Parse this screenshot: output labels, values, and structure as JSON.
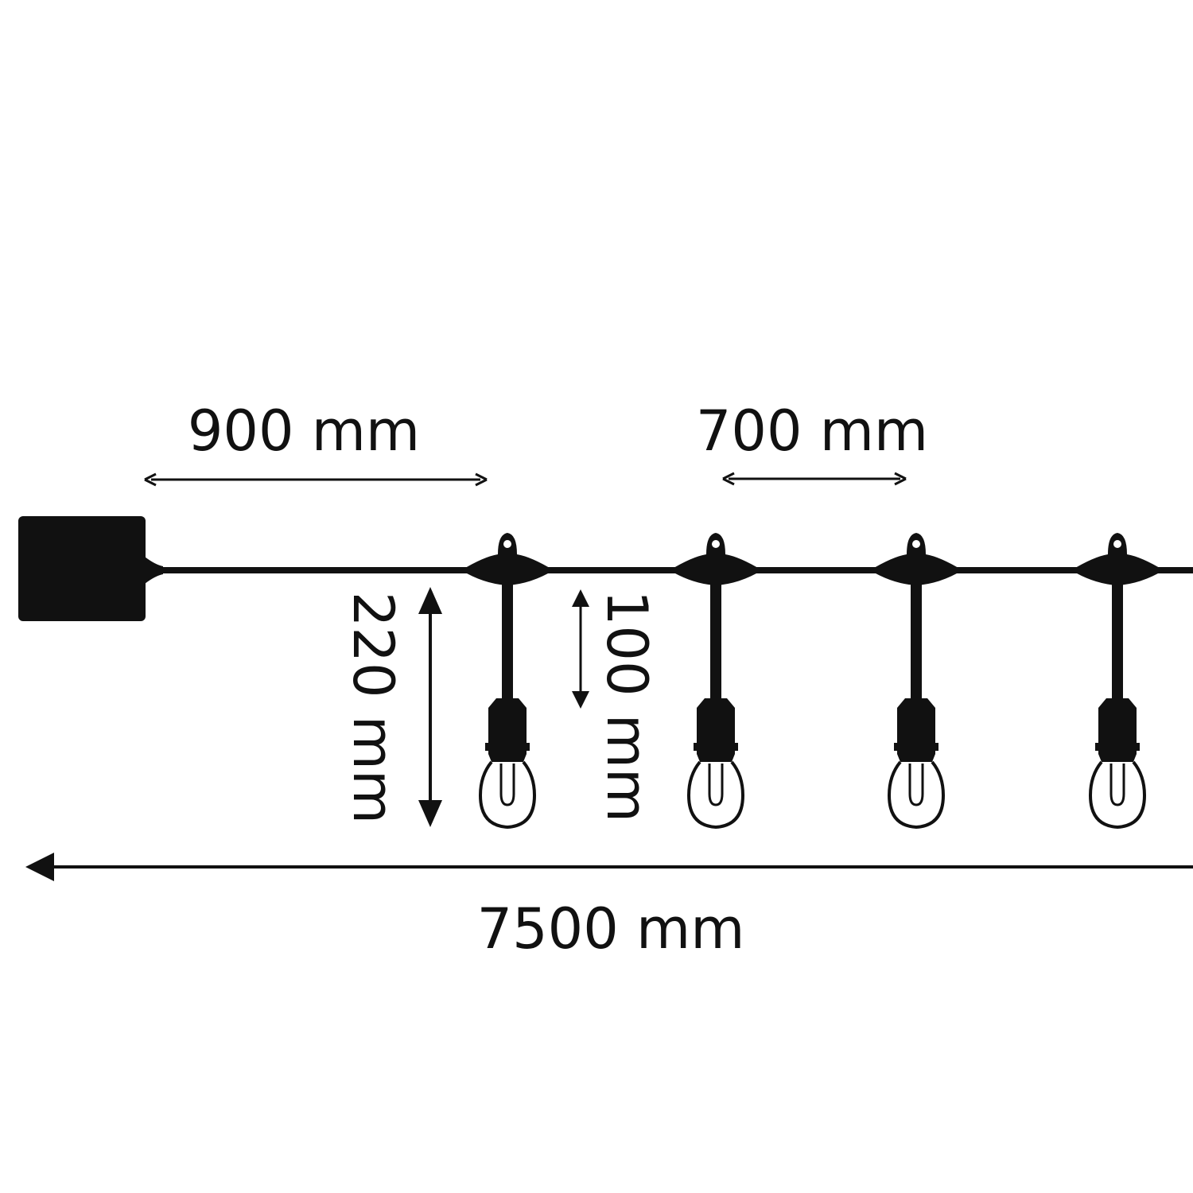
{
  "colors": {
    "ink": "#111111",
    "background": "#ffffff"
  },
  "dimensions": {
    "first_spacing": "900 mm",
    "bulb_spacing": "700 mm",
    "drop_total": "220 mm",
    "drop_cord": "100 mm",
    "total_length": "7500 mm"
  },
  "diagram": {
    "bulb_count_visible": 4,
    "icons": [
      "plug-box-icon",
      "bulb-icon",
      "socket-icon",
      "arrow-icon"
    ]
  }
}
